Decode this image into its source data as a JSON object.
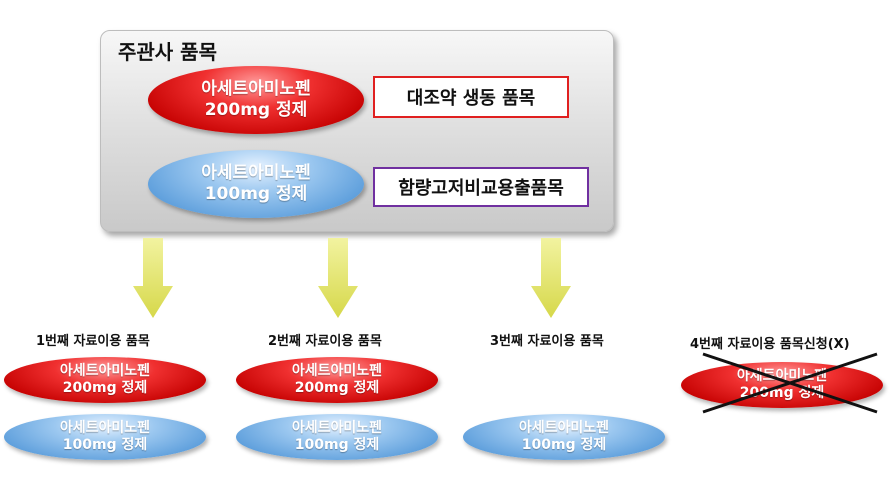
{
  "top": {
    "title": "주관사 품목",
    "red_pill": {
      "line1": "아세트아미노펜",
      "line2": "200mg 정제"
    },
    "blue_pill": {
      "line1": "아세트아미노펜",
      "line2": "100mg 정제"
    },
    "red_label": "대조약 생동 품목",
    "blue_label": "함량고저비교용출품목"
  },
  "groups": [
    {
      "label": "1번째 자료이용 품목",
      "red": {
        "line1": "아세트아미노펜",
        "line2": "200mg 정제"
      },
      "blue": {
        "line1": "아세트아미노펜",
        "line2": "100mg 정제"
      }
    },
    {
      "label": "2번째 자료이용 품목",
      "red": {
        "line1": "아세트아미노펜",
        "line2": "200mg 정제"
      },
      "blue": {
        "line1": "아세트아미노펜",
        "line2": "100mg 정제"
      }
    },
    {
      "label": "3번째 자료이용 품목",
      "blue": {
        "line1": "아세트아미노펜",
        "line2": "100mg 정제"
      }
    },
    {
      "label": "4번째 자료이용 품목신청(X)",
      "red": {
        "line1": "아세트아미노펜",
        "line2": "200mg 정제"
      }
    }
  ],
  "colors": {
    "red_label_border": "#e02020",
    "blue_label_border": "#7030a0",
    "arrow": "#e6e86a",
    "cross": "#111111"
  },
  "icons": {
    "arrow": "down-arrow-icon",
    "cross": "x-mark-icon"
  }
}
